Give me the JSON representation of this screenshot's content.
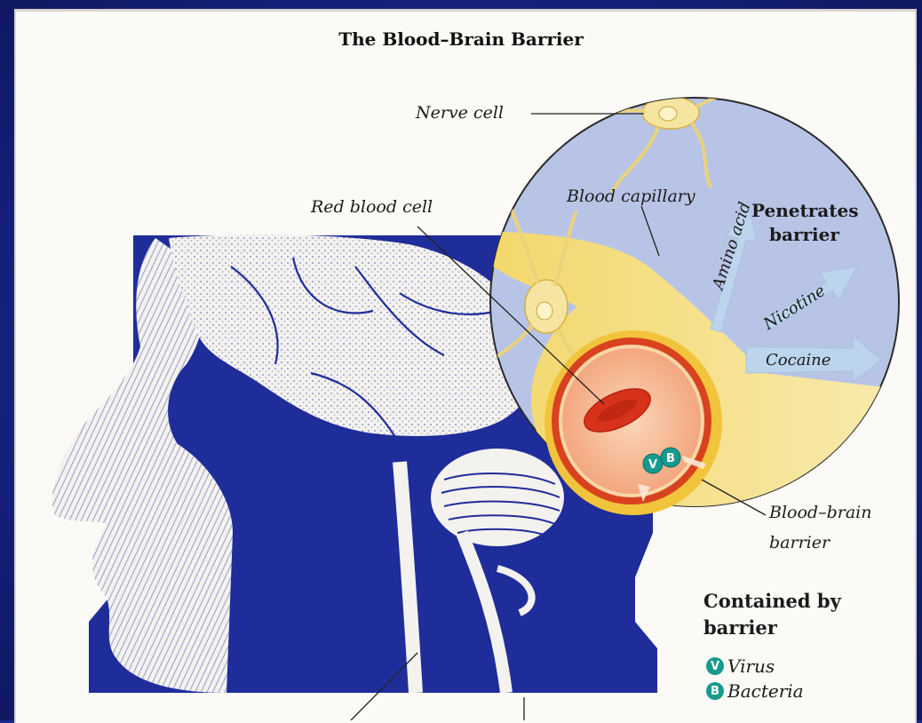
{
  "title": "The Blood–Brain Barrier",
  "labels": {
    "nerve_cell": "Nerve cell",
    "red_blood_cell": "Red blood cell",
    "blood_capillary": "Blood capillary",
    "penetrates": "Penetrates",
    "barrier": "barrier",
    "bbb_line1": "Blood–brain",
    "bbb_line2": "barrier"
  },
  "penetrating_substances": [
    "Amino acid",
    "Nicotine",
    "Cocaine"
  ],
  "contained": {
    "heading_line1": "Contained by",
    "heading_line2": "barrier",
    "items": [
      {
        "badge": "V",
        "label": "Virus"
      },
      {
        "badge": "B",
        "label": "Bacteria"
      }
    ]
  },
  "colors": {
    "frame": "#1a2a8c",
    "head_engraving": "#1f2d9a",
    "inset_circle": "#b8c4e6",
    "capillary_yellow": "#f5dc7a",
    "barrier_red": "#d9421e",
    "blood_cell": "#d7331a",
    "badge": "#179a8f",
    "arrow": "#bcd4ec"
  }
}
